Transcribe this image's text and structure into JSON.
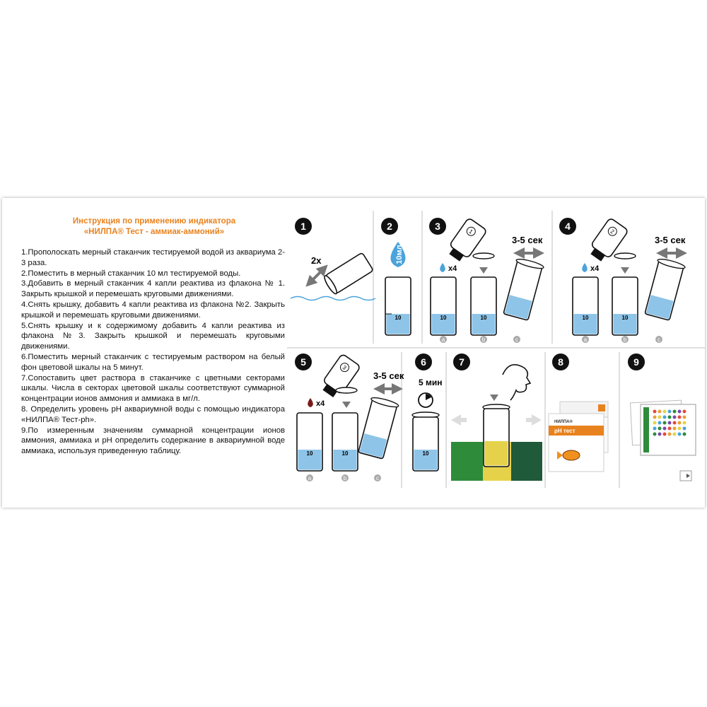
{
  "title": {
    "line1": "Инструкция по применению индикатора",
    "line2": "«НИЛПА® Тест - аммиак-аммоний»"
  },
  "instructions": [
    "1.Прополоскать мерный стаканчик тестируемой водой из аквариума 2-3 раза.",
    "2.Поместить в мерный стаканчик 10 мл тестируемой воды.",
    "3.Добавить в мерный стаканчик 4 капли реактива из флакона № 1. Закрыть крышкой и перемешать круговыми движениями.",
    "4.Снять крышку, добавить 4 капли реактива из флакона №2. Закрыть крышкой и перемешать круговыми движениями.",
    "5.Снять крышку и к содержимому добавить 4 капли реактива из флакона №3. Закрыть крышкой и перемешать круговыми движениями.",
    "6.Поместить мерный стаканчик с тестируемым раствором на белый фон цветовой шкалы на 5 минут.",
    "7.Сопоставить цвет раствора в стаканчике с цветными секторами шкалы. Числа в секторах цветовой шкалы соответствуют суммарной концентрации ионов аммония и аммиака в мг/л.",
    "8. Определить уровень pH аквариумной воды с помощью индикатора «НИЛПА® Тест-ph».",
    "9.По измеренным значениям суммарной концентрации ионов аммония, аммиака и pH определить содержание в аквариумной воде аммиака, используя приведенную таблицу."
  ],
  "steps": [
    "1",
    "2",
    "3",
    "4",
    "5",
    "6",
    "7",
    "8",
    "9"
  ],
  "labels": {
    "rinse_times": "2x",
    "volume": "10мл",
    "cup_mark": "10",
    "drops": "x4",
    "shake": "3-5 сек",
    "wait": "5 мин",
    "sub_a": "a",
    "sub_b": "b",
    "sub_c": "c",
    "bottle1": "1",
    "bottle2": "2",
    "bottle3": "3"
  },
  "box": {
    "brand": "НИЛПА®",
    "product": "pH тест"
  },
  "colors": {
    "accent": "#e8821e",
    "water": "#8ec4e8",
    "drop_blue": "#4aa3da",
    "drop_red": "#7a1a1a",
    "scale_green": "#2e8b3a",
    "scale_yellow": "#e6d24a",
    "scale_dark": "#1f5a3a"
  }
}
